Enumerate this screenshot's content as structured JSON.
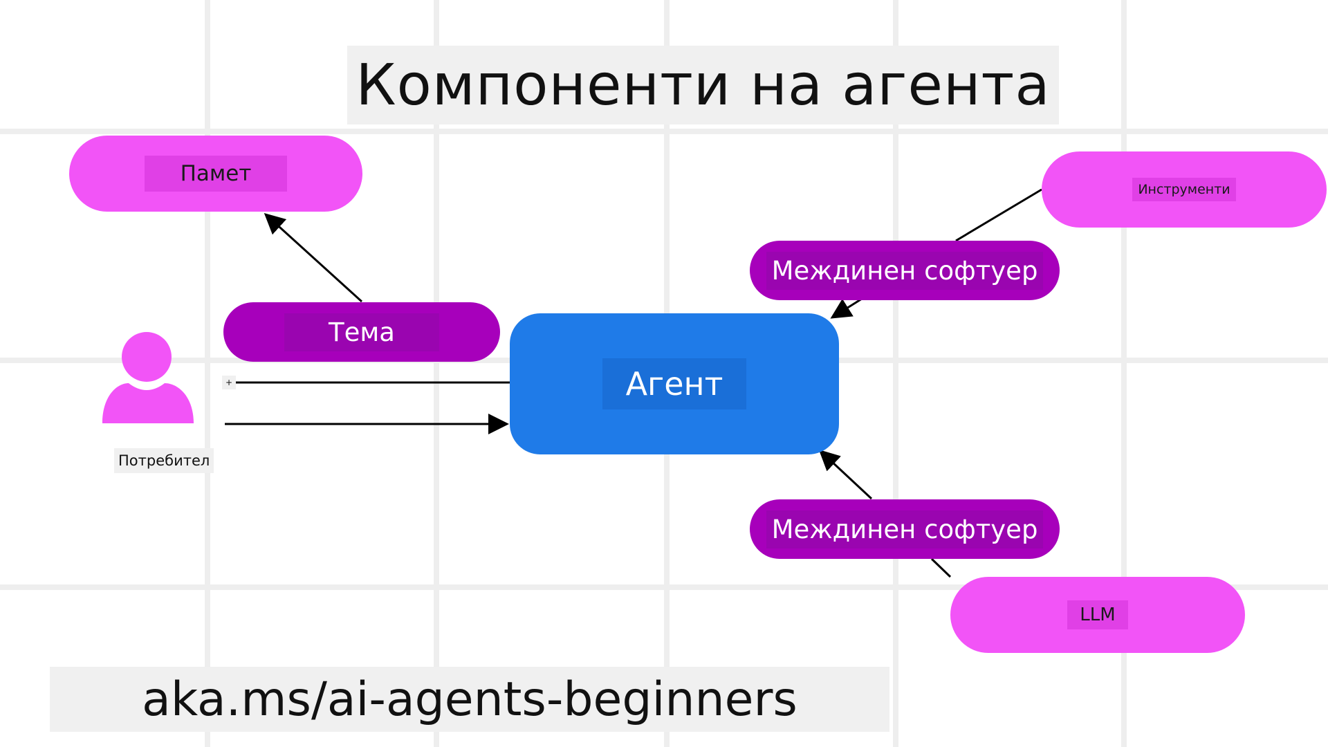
{
  "title": "Компоненти на агента",
  "url": "aka.ms/ai-agents-beginners",
  "nodes": {
    "memory": "Памет",
    "topic": "Тема",
    "user": "Потребител",
    "agent": "Агент",
    "tools": "Инструменти",
    "middleware_top": "Междинен софтуер",
    "middleware_bottom": "Междинен софтуер",
    "llm": "LLM"
  },
  "small_plus": "+",
  "colors": {
    "pill_light": "#f254f7",
    "pill_dark": "#a700bb",
    "agent": "#1f7be8",
    "user_icon": "#f254f7"
  },
  "icons": [
    "user-icon"
  ]
}
